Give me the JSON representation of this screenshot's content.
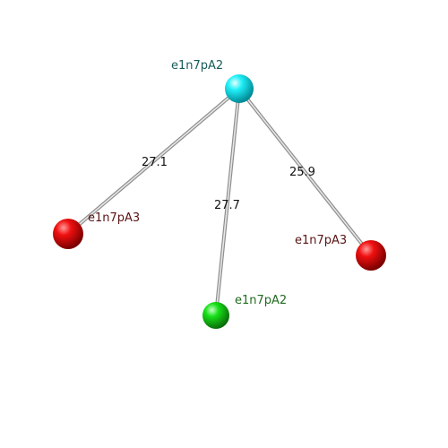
{
  "nodes": [
    {
      "id": "hub",
      "label": "e1n7pA2",
      "color": "#00e0e8",
      "label_color": "#1a5a5a"
    },
    {
      "id": "left",
      "label": "e1n7pA3",
      "color": "#e00000",
      "label_color": "#5a1414"
    },
    {
      "id": "mid",
      "label": "e1n7pA2",
      "color": "#10d010",
      "label_color": "#1f6b1f"
    },
    {
      "id": "right",
      "label": "e1n7pA3",
      "color": "#e00000",
      "label_color": "#5a1414"
    }
  ],
  "edges": [
    {
      "from": "hub",
      "to": "left",
      "label": "27.1"
    },
    {
      "from": "hub",
      "to": "mid",
      "label": "27.7"
    },
    {
      "from": "hub",
      "to": "right",
      "label": "25.9"
    }
  ]
}
